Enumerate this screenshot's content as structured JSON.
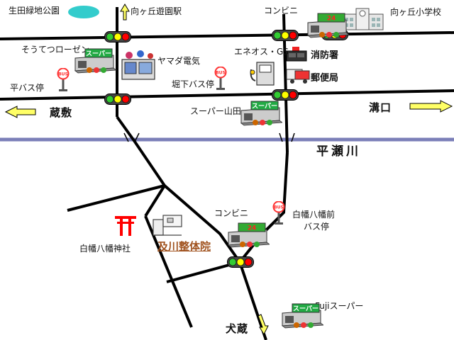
{
  "colors": {
    "road": "#000000",
    "river": "#7b7fb8",
    "arrow_fill": "#ffff66",
    "park_pond": "#33cccc",
    "shrine": "#ff0000",
    "clinic_text": "#a0521e",
    "signal_red": "#ff0000",
    "signal_yellow": "#ffff00",
    "signal_green": "#33cc33",
    "bus_sign": "#ff3333",
    "store_sign": "#33aa33"
  },
  "labels": {
    "park": "生田緑地公園",
    "station": "向ヶ丘遊園駅",
    "conbini_top": "コンビニ",
    "school": "向ヶ丘小学校",
    "souteto": "そうてつローゼン",
    "yamada": "ヤマダ電気",
    "eneos": "エネオス・GS",
    "fire": "消防署",
    "post": "郵便局",
    "hira_bus": "平バス停",
    "horishita_bus": "堀下バス停",
    "zoushiki": "蔵敷",
    "mizonokuchi": "溝口",
    "super_yamada": "スーパー山田",
    "river": "平瀬川",
    "conbini_mid": "コンビニ",
    "hakuhata_mae": "白幡八幡前",
    "bus_stop": "バス停",
    "shrine": "白幡八幡神社",
    "clinic": "及川整体院",
    "fuji": "Fujiスーパー",
    "inukura": "犬蔵"
  },
  "icons": {
    "signal": "traffic-signal-icon",
    "bus": "bus-stop-icon",
    "store": "store-icon",
    "shrine": "shrine-torii-icon"
  },
  "signs": {
    "bus": "BUS",
    "super": "スーパー",
    "num24": "24"
  }
}
